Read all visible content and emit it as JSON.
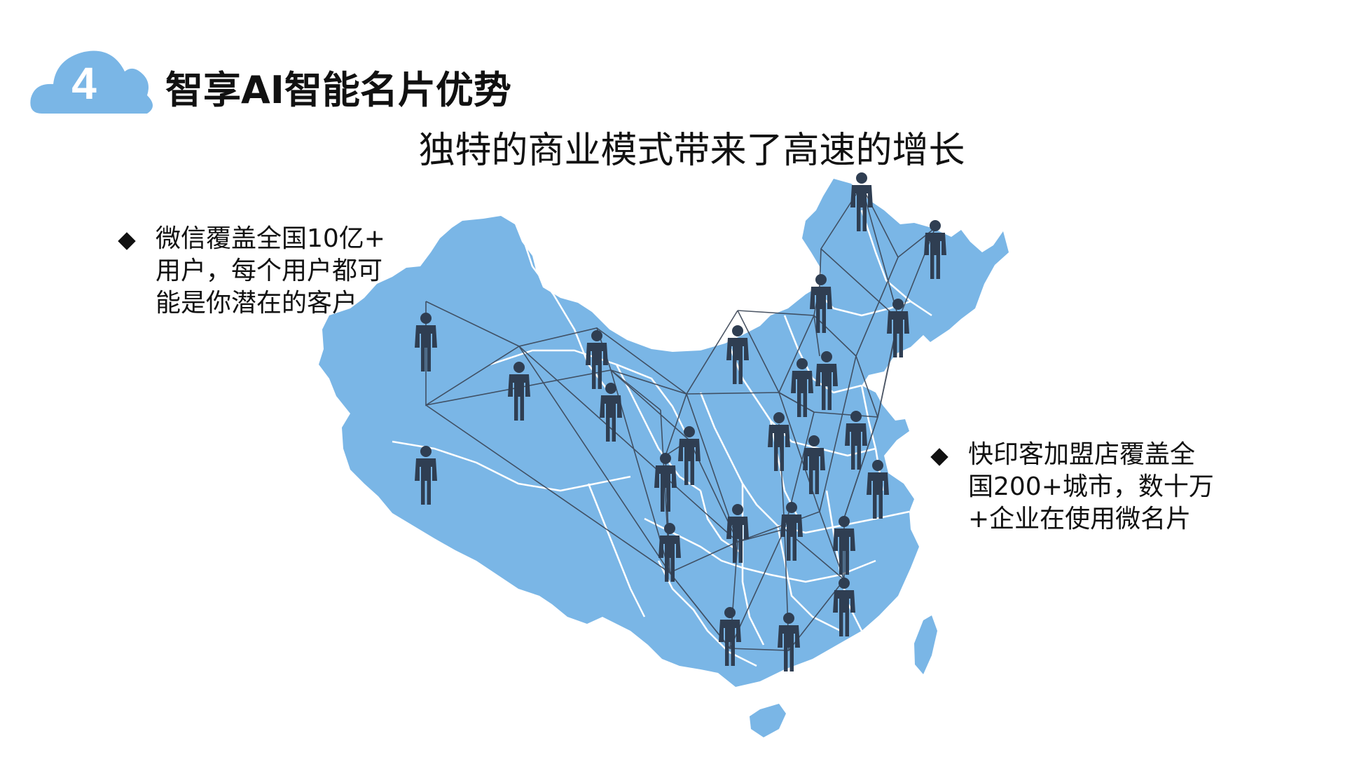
{
  "header": {
    "badge_number": "4",
    "title": "智享AI智能名片优势"
  },
  "subtitle": "独特的商业模式带来了高速的增长",
  "left_note": {
    "lines": [
      "微信覆盖全国10亿+",
      "用户，每个用户都可",
      "能是你潜在的客户"
    ]
  },
  "right_note": {
    "lines": [
      "快印客加盟店覆盖全",
      "国200+城市，数十万",
      "+企业在使用微名片"
    ]
  },
  "colors": {
    "map_fill": "#7ab6e6",
    "cloud": "#7ab6e6",
    "person": "#2f3e52",
    "network_line": "#3a4556",
    "border": "#ffffff"
  },
  "icons": {
    "badge": "cloud-icon",
    "bullet": "diamond-bullet-icon",
    "people": "person-icon",
    "map": "china-map"
  }
}
